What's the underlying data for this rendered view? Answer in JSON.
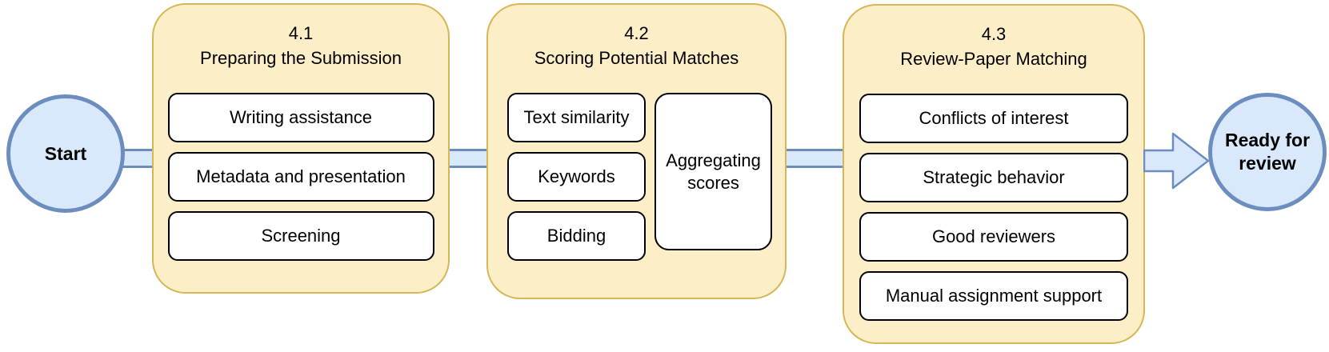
{
  "diagram": {
    "start_node": {
      "label": "Start"
    },
    "end_node": {
      "label": "Ready for review"
    },
    "stages": [
      {
        "number": "4.1",
        "title": "Preparing the Submission",
        "items": [
          "Writing assistance",
          "Metadata and presentation",
          "Screening"
        ]
      },
      {
        "number": "4.2",
        "title": "Scoring Potential Matches",
        "items": [
          "Text similarity",
          "Keywords",
          "Bidding"
        ],
        "aggregate_item": "Aggregating scores"
      },
      {
        "number": "4.3",
        "title": "Review-Paper Matching",
        "items": [
          "Conflicts of interest",
          "Strategic behavior",
          "Good reviewers",
          "Manual assignment support"
        ]
      }
    ],
    "colors": {
      "stage_fill": "#FCEEC6",
      "stage_border": "#D6B656",
      "node_fill": "#DAE8FC",
      "node_border": "#6C8EBF",
      "connector_fill": "#DAE8FC",
      "connector_border": "#6C8EBF",
      "item_fill": "#FFFFFF",
      "item_border": "#000000"
    }
  }
}
